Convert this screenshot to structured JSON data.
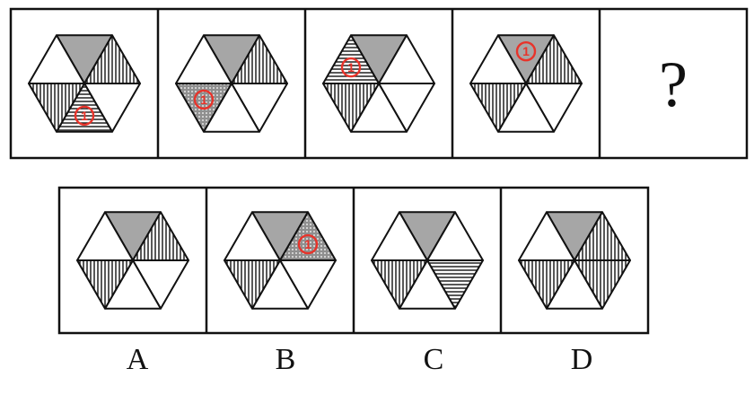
{
  "question_mark": "?",
  "answer_labels": [
    "A",
    "B",
    "C",
    "D"
  ],
  "marker_label": "1",
  "colors": {
    "gray": "#a6a6a6",
    "marker": "#e8332a",
    "stroke": "#111111"
  },
  "sequence": [
    {
      "fills": [
        "gray",
        "vertical",
        "white",
        "horizontal",
        "vertical",
        "white"
      ],
      "marker": 3
    },
    {
      "fills": [
        "gray",
        "vertical",
        "white",
        "white",
        "dotted",
        "white"
      ],
      "marker": 4
    },
    {
      "fills": [
        "gray",
        "white",
        "white",
        "white",
        "vertical",
        "horizontal"
      ],
      "marker": 5
    },
    {
      "fills": [
        "gray",
        "vertical",
        "white",
        "white",
        "vertical",
        "white"
      ],
      "marker": 0
    },
    null
  ],
  "options": [
    {
      "fills": [
        "gray",
        "vertical",
        "white",
        "white",
        "vertical",
        "white"
      ],
      "marker": null
    },
    {
      "fills": [
        "gray",
        "dotted",
        "white",
        "white",
        "vertical",
        "white"
      ],
      "marker": 1
    },
    {
      "fills": [
        "gray",
        "white",
        "horizontal",
        "white",
        "vertical",
        "white"
      ],
      "marker": null
    },
    {
      "fills": [
        "gray",
        "vertical",
        "vertical",
        "white",
        "vertical",
        "white"
      ],
      "marker": null
    }
  ]
}
